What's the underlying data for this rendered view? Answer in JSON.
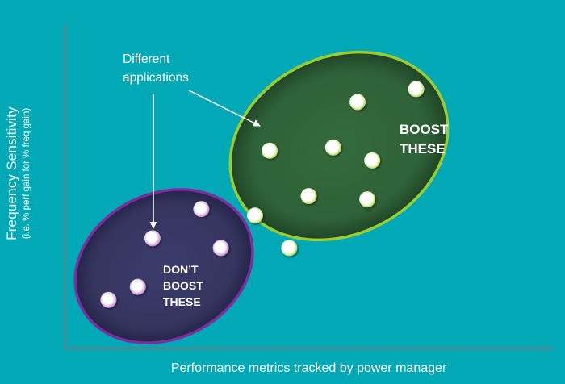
{
  "diagram": {
    "axes": {
      "y_label": "Frequency Sensitivity",
      "y_sublabel": "(i.e. % perf gain for % freq gain)",
      "x_label": "Performance metrics tracked by power manager"
    },
    "annotation": {
      "line1": "Different",
      "line2": "applications"
    },
    "groups": [
      {
        "id": "boost",
        "label_lines": [
          "BOOST",
          "THESE"
        ],
        "fill": "#2E6137",
        "stroke": "#9ACD32",
        "point_color": "#ffffff",
        "point_ring": "#C8E86A",
        "points": [
          [
            0.6,
            0.24
          ],
          [
            0.42,
            0.39
          ],
          [
            0.55,
            0.38
          ],
          [
            0.63,
            0.42
          ],
          [
            0.5,
            0.53
          ],
          [
            0.62,
            0.54
          ],
          [
            0.39,
            0.59
          ],
          [
            0.46,
            0.69
          ],
          [
            0.72,
            0.2
          ]
        ]
      },
      {
        "id": "dont-boost",
        "label_lines": [
          "DON’T",
          "BOOST",
          "THESE"
        ],
        "fill": "#383865",
        "stroke": "#7B2E9C",
        "point_color": "#ffffff",
        "point_ring": "#D8A8E0",
        "points": [
          [
            0.28,
            0.57
          ],
          [
            0.18,
            0.66
          ],
          [
            0.32,
            0.69
          ],
          [
            0.15,
            0.81
          ],
          [
            0.09,
            0.85
          ]
        ]
      }
    ],
    "colors": {
      "background": "#00A9B5",
      "axis": "#6E7B80",
      "text": "#ffffff"
    }
  }
}
